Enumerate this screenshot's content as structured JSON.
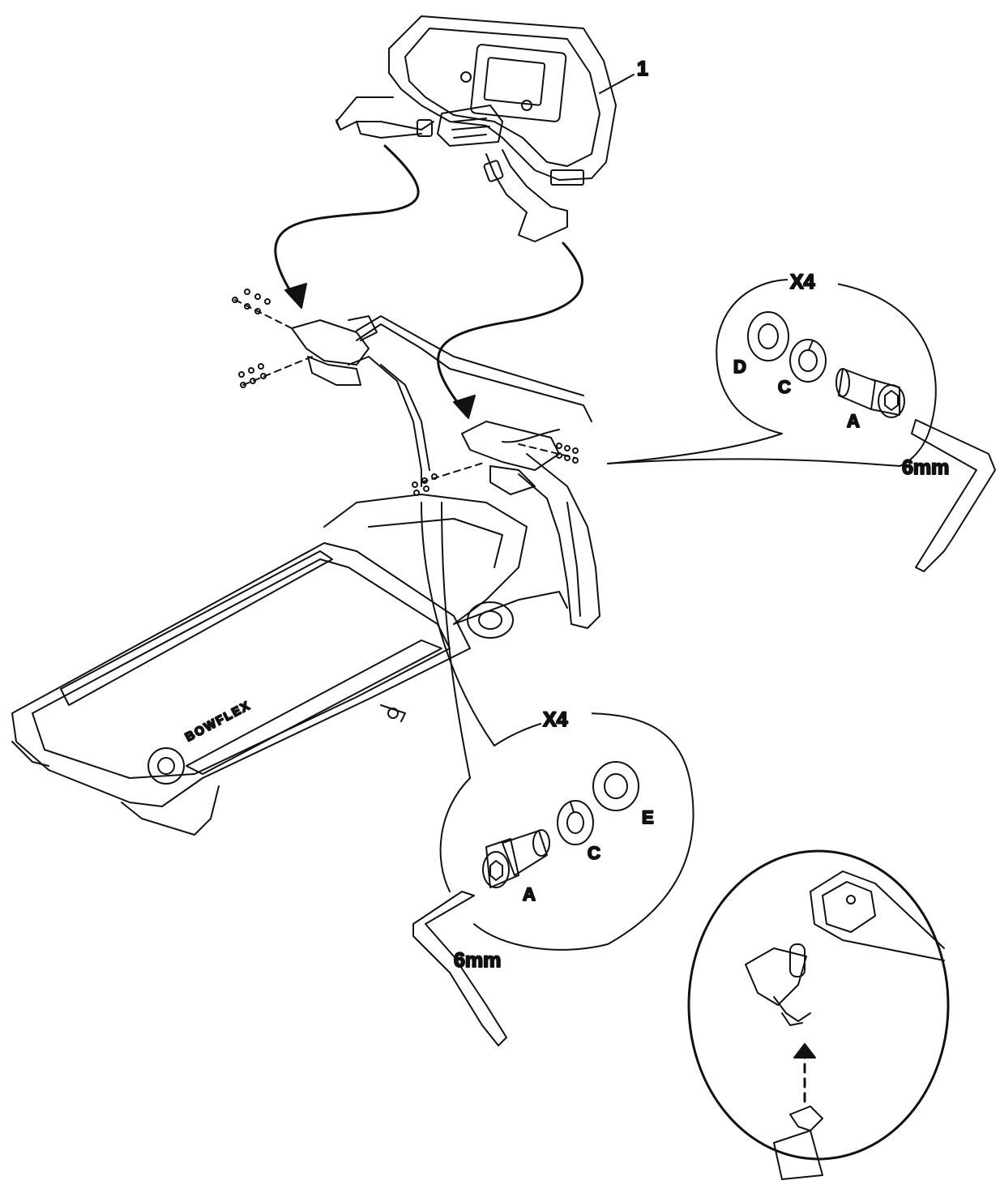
{
  "diagram": {
    "part_number": "1",
    "detail_top": {
      "quantity": "X4",
      "labels": {
        "d": "D",
        "c": "C",
        "a": "A"
      },
      "tool_size": "6mm"
    },
    "detail_bottom": {
      "quantity": "X4",
      "labels": {
        "a": "A",
        "c": "C",
        "e": "E"
      },
      "tool_size": "6mm"
    },
    "treadmill_brand": "BOWFLEX",
    "colors": {
      "line": "#111111",
      "background": "#ffffff"
    }
  }
}
